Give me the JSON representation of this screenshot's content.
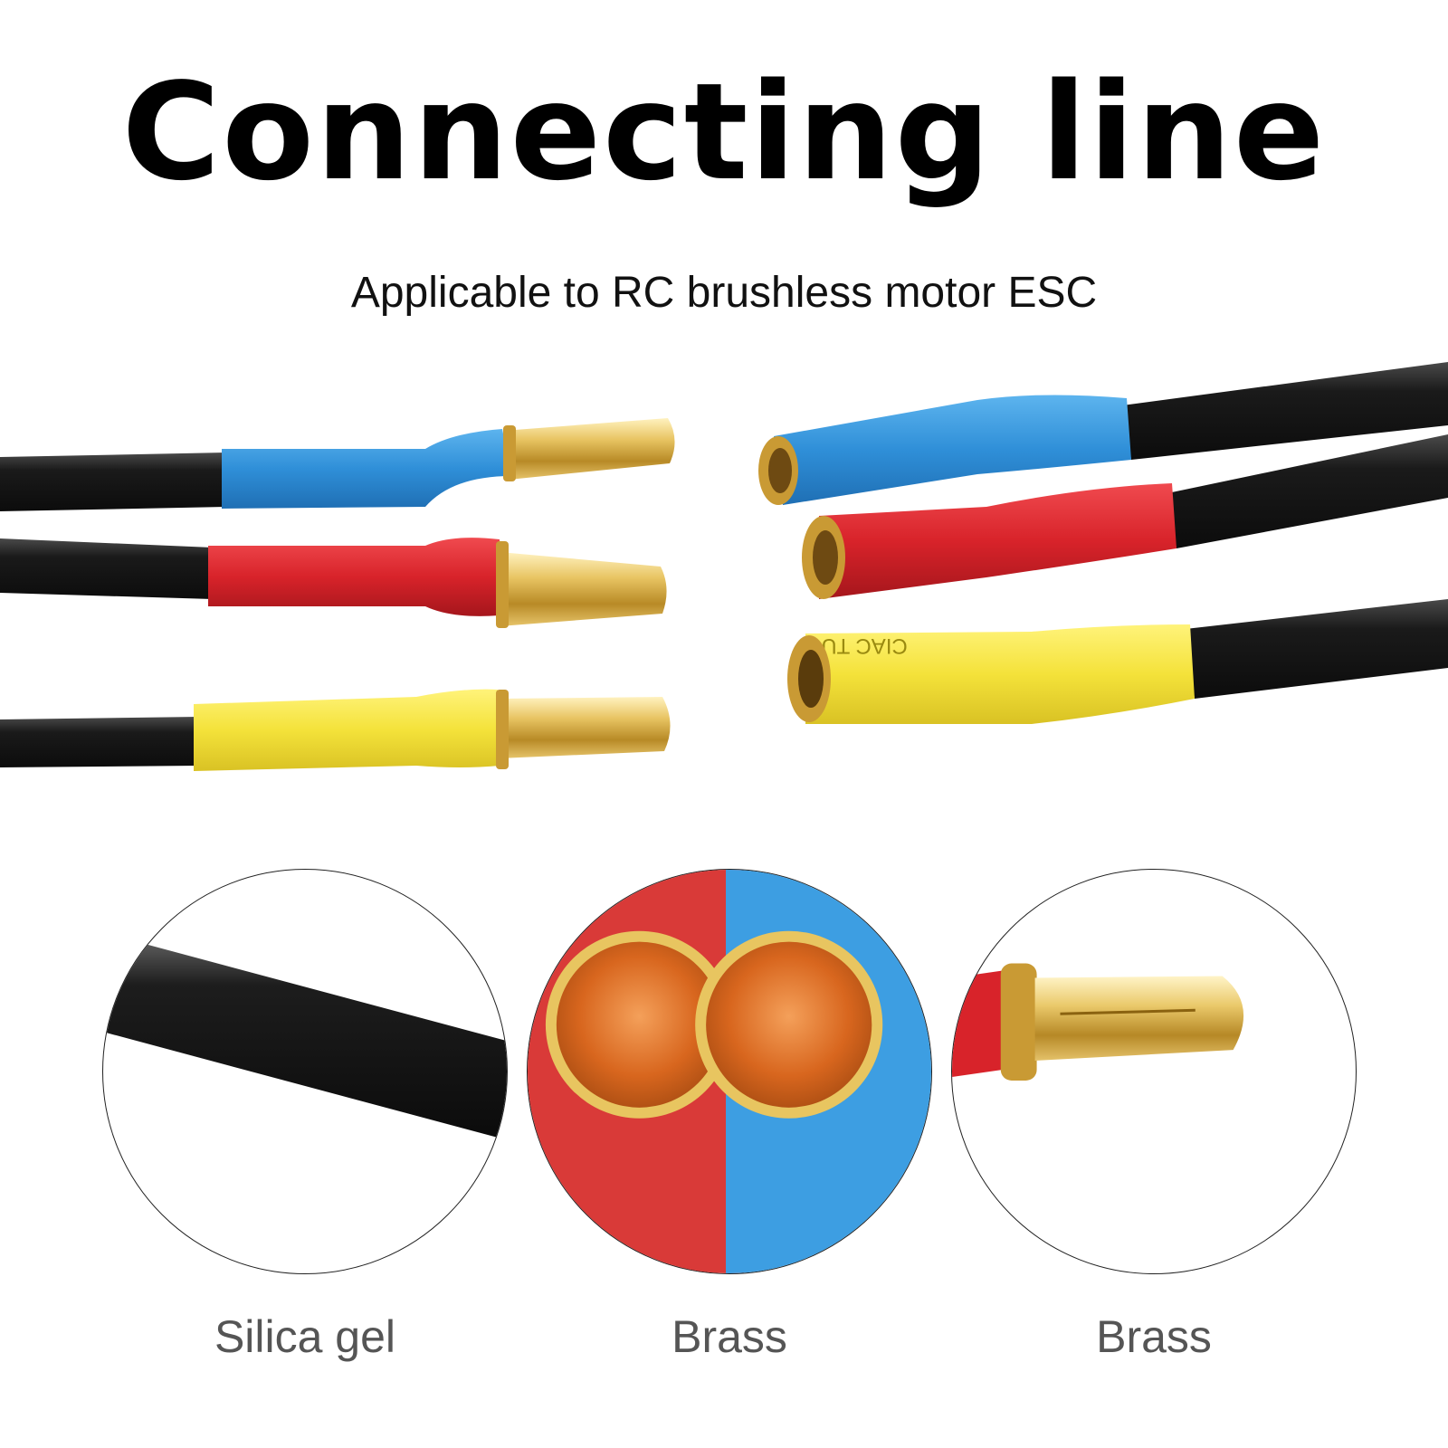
{
  "title": "Connecting line",
  "subtitle": "Applicable to RC brushless motor ESC",
  "sleeve_print": "CIAC TU",
  "details": [
    {
      "label": "Silica gel"
    },
    {
      "label": "Brass"
    },
    {
      "label": "Brass"
    }
  ],
  "colors": {
    "cable": "#1a1a1a",
    "blue_sleeve": "#2f8fd8",
    "red_sleeve": "#d8232a",
    "yellow_sleeve": "#f4e23a",
    "brass": "#d4a93a"
  }
}
